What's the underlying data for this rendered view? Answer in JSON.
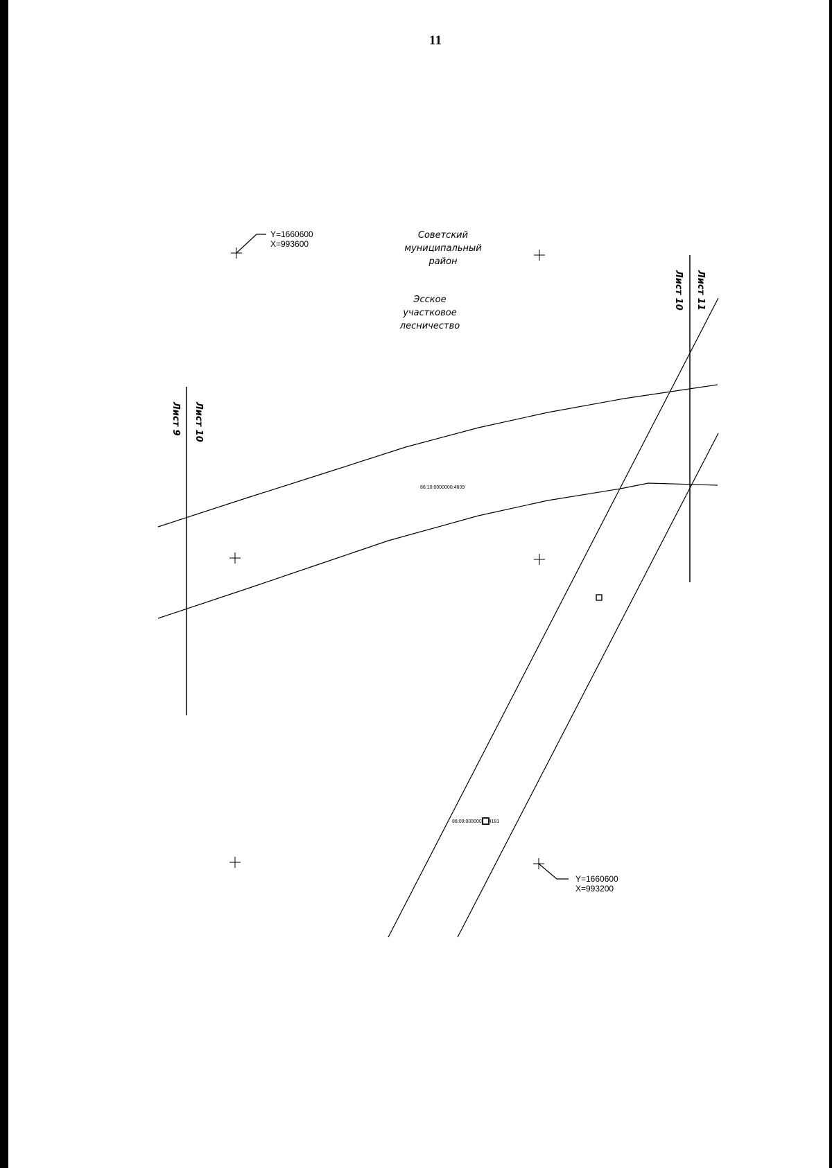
{
  "page": {
    "number": "11"
  },
  "labels": {
    "district_lines": [
      "Советский",
      "муниципальный",
      "район"
    ],
    "forestry_lines": [
      "Эсское",
      "участковое",
      "лесничество"
    ]
  },
  "sheet_labels": {
    "left_a": "Лист 9",
    "left_b": "Лист 10",
    "right_a": "Лист 10",
    "right_b": "Лист 11"
  },
  "coordinates": {
    "top_left": {
      "y": "Y=1660600",
      "x": "X=993600"
    },
    "bottom_right": {
      "y": "Y=1660600",
      "x": "X=993200"
    }
  },
  "cadastral": {
    "parcel_a": "86:10:0000000:4609",
    "parcel_b": "86:09:0000000:14181"
  },
  "colors": {
    "ink": "#000000",
    "paper": "#ffffff"
  }
}
